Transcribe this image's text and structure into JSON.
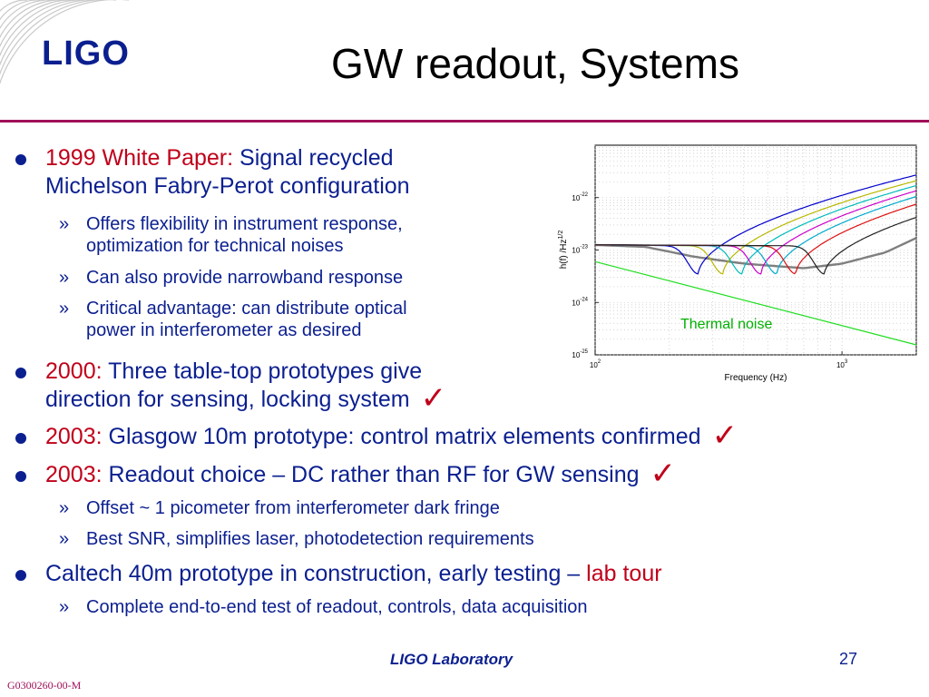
{
  "slide": {
    "logo": "LIGO",
    "title": "GW readout, Systems",
    "footer_lab": "LIGO Laboratory",
    "page_number": "27",
    "doc_id": "G0300260-00-M"
  },
  "bullets": [
    {
      "runs": [
        {
          "text": "1999 White Paper: ",
          "color": "red"
        },
        {
          "text": "Signal recycled",
          "color": "blue"
        }
      ],
      "line2": "Michelson Fabry-Perot configuration",
      "check": false,
      "subs": [
        {
          "lines": [
            "Offers flexibility in instrument response,",
            "optimization for technical noises"
          ]
        },
        {
          "lines": [
            "Can also provide narrowband response"
          ]
        },
        {
          "lines": [
            "Critical advantage: can distribute optical",
            "power in interferometer as desired"
          ]
        }
      ]
    },
    {
      "runs": [
        {
          "text": "2000: ",
          "color": "red"
        },
        {
          "text": "Three table-top prototypes give",
          "color": "blue"
        }
      ],
      "line2": "direction for sensing, locking system",
      "check": true,
      "subs": []
    },
    {
      "runs": [
        {
          "text": "2003: ",
          "color": "red"
        },
        {
          "text": "Glasgow 10m prototype: control matrix elements confirmed",
          "color": "blue"
        }
      ],
      "line2": "",
      "check": true,
      "subs": []
    },
    {
      "runs": [
        {
          "text": "2003: ",
          "color": "red"
        },
        {
          "text": "Readout choice – DC rather than RF for GW sensing",
          "color": "blue"
        }
      ],
      "line2": "",
      "check": true,
      "subs": [
        {
          "lines": [
            "Offset ~ 1 picometer from interferometer dark fringe"
          ]
        },
        {
          "lines": [
            "Best SNR, simplifies laser, photodetection requirements"
          ]
        }
      ]
    },
    {
      "runs": [
        {
          "text": "Caltech 40m prototype in construction, early testing – ",
          "color": "blue"
        },
        {
          "text": "lab tour",
          "color": "red"
        }
      ],
      "line2": "",
      "check": false,
      "subs": [
        {
          "lines": [
            "Complete end-to-end test of readout, controls, data acquisition"
          ]
        }
      ]
    }
  ],
  "check_glyph": "✓",
  "sub_marker": "»",
  "colors": {
    "red": "#c0001a",
    "blue": "#0b1f8f",
    "rule": "#a0105a"
  },
  "chart_data": {
    "type": "line",
    "xlabel": "Frequency (Hz)",
    "ylabel": "h(f) /Hz^1/2",
    "xlog": true,
    "ylog": true,
    "xlim": [
      100,
      2000
    ],
    "ylim": [
      1e-25,
      1e-21
    ],
    "xticks": [
      {
        "value": 100,
        "base": "10",
        "exp": "2"
      },
      {
        "value": 1000,
        "base": "10",
        "exp": "3"
      }
    ],
    "yticks": [
      {
        "value": 1e-22,
        "base": "10",
        "exp": "-22"
      },
      {
        "value": 1e-23,
        "base": "10",
        "exp": "-23"
      },
      {
        "value": 1e-24,
        "base": "10",
        "exp": "-24"
      },
      {
        "value": 1e-25,
        "base": "10",
        "exp": "-25"
      }
    ],
    "annotation": {
      "text": "Thermal noise",
      "color": "#00b000"
    },
    "thermal_noise": {
      "color": "#22dd22",
      "points": [
        [
          100,
          6e-24
        ],
        [
          2000,
          1.55e-25
        ]
      ]
    },
    "broadband": {
      "color": "#7f7f7f",
      "points": [
        [
          100,
          1.25e-23
        ],
        [
          160,
          1.15e-23
        ],
        [
          250,
          7.5e-24
        ],
        [
          400,
          5.5e-24
        ],
        [
          700,
          4.5e-24
        ],
        [
          1000,
          5.5e-24
        ],
        [
          1500,
          9e-24
        ],
        [
          2000,
          1.7e-23
        ]
      ]
    },
    "series": [
      {
        "color": "#0000cc",
        "dip": 262,
        "floor": 1.2e-23,
        "high": 2.7e-22
      },
      {
        "color": "#b8b800",
        "dip": 330,
        "floor": 1.2e-23,
        "high": 2.1e-22
      },
      {
        "color": "#00bbbb",
        "dip": 395,
        "floor": 1.2e-23,
        "high": 1.7e-22
      },
      {
        "color": "#cc00cc",
        "dip": 470,
        "floor": 1.2e-23,
        "high": 1.35e-22
      },
      {
        "color": "#00aacc",
        "dip": 545,
        "floor": 1.2e-23,
        "high": 1.05e-22
      },
      {
        "color": "#dd1111",
        "dip": 650,
        "floor": 1.2e-23,
        "high": 7.5e-23
      },
      {
        "color": "#222222",
        "dip": 850,
        "floor": 1.2e-23,
        "high": 4.2e-23
      }
    ]
  }
}
